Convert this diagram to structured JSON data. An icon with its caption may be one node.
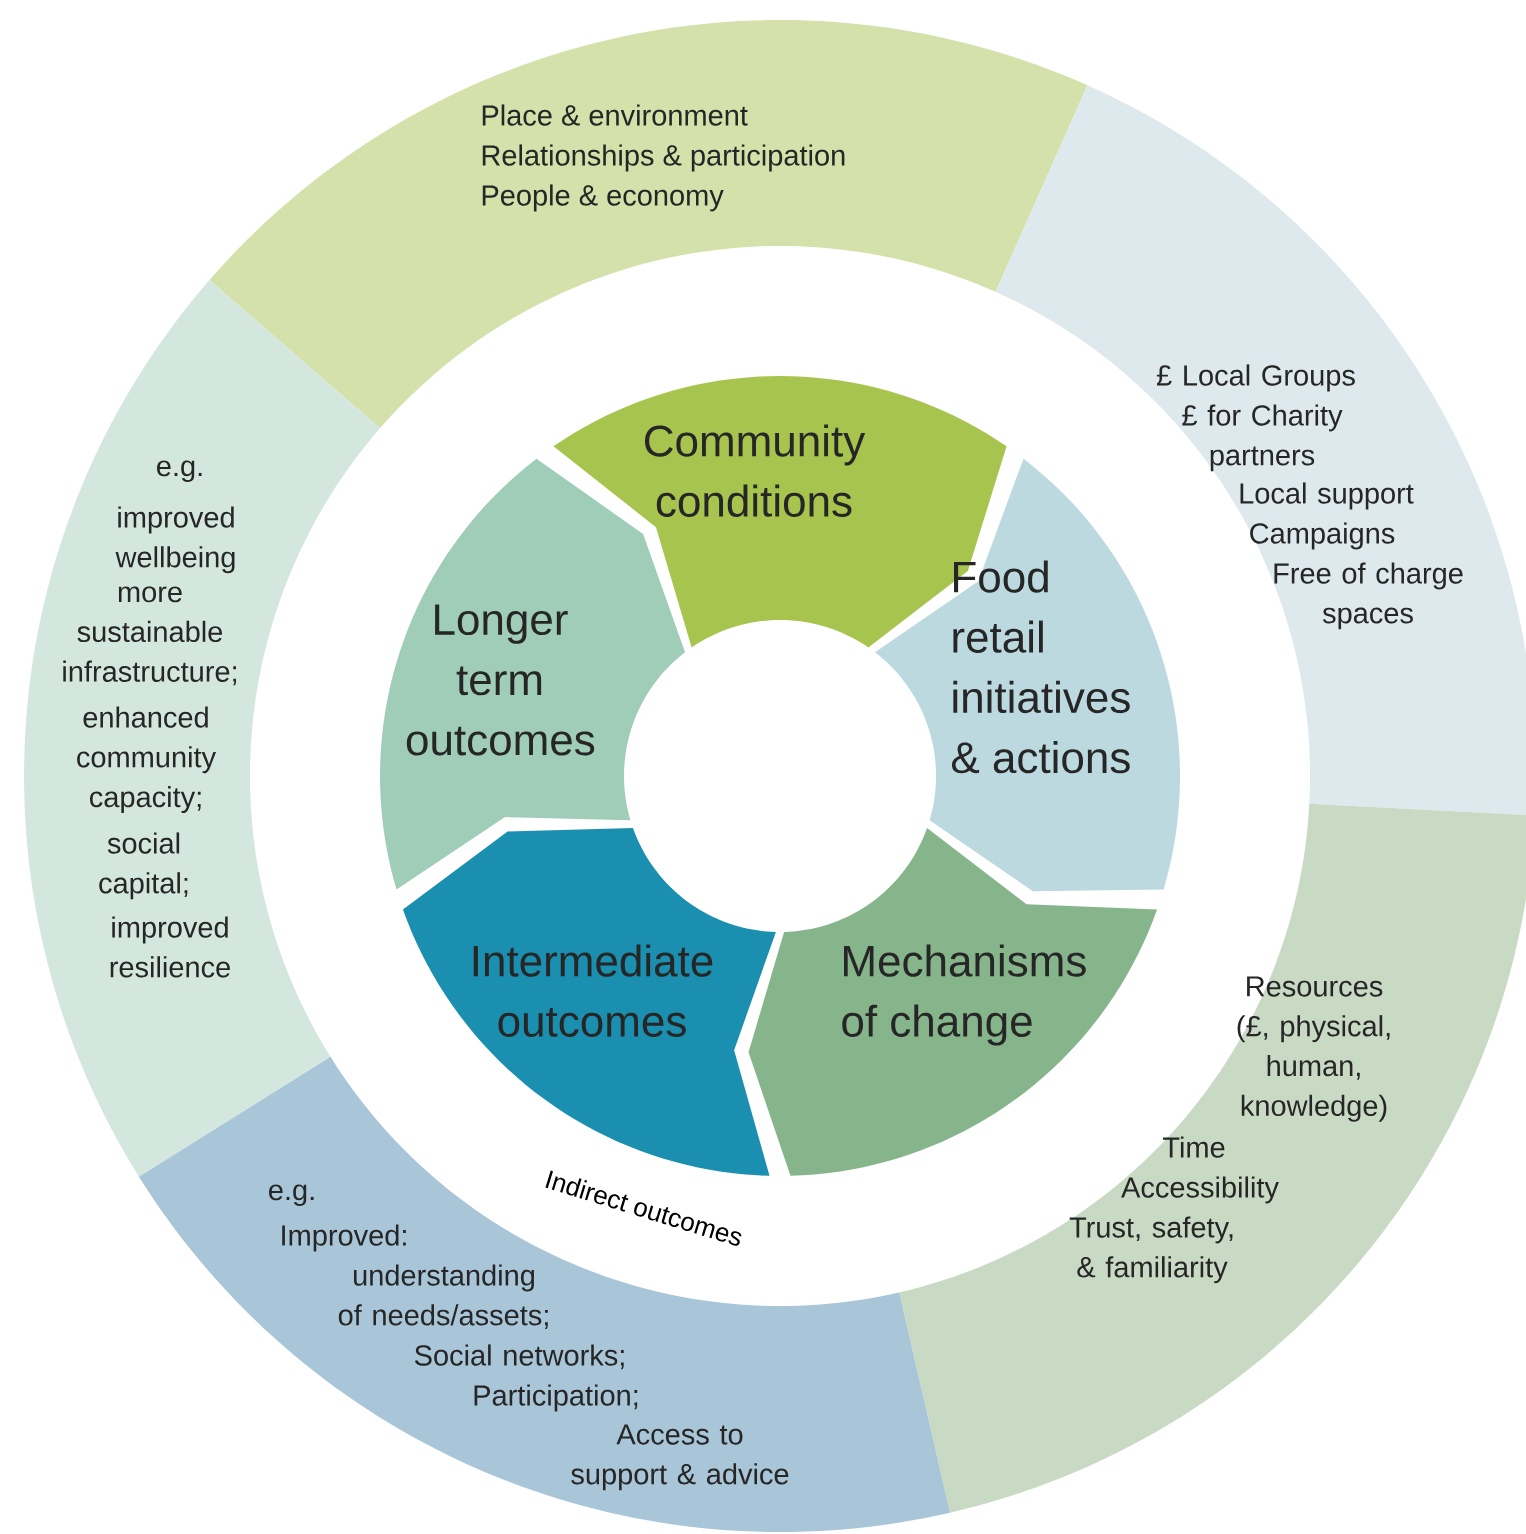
{
  "diagram": {
    "nodes": [
      {
        "text": [
          "Place & environment",
          "Relationships & participation",
          "People & economy"
        ]
      },
      {
        "text": [
          "£ Local Groups",
          "£ for Charity partners",
          "Local support",
          "Campaigns",
          "Free of charge spaces"
        ]
      },
      {
        "text": [
          "e.g.",
          "improved wellbeing",
          "more sustainable infrastructure;",
          "enhanced community capacity;",
          "social capital;",
          "improved resilience"
        ]
      },
      {
        "text": [
          "Community conditions"
        ]
      },
      {
        "text": [
          "Longer term outcomes"
        ]
      },
      {
        "text": [
          "Food retail initiatives & actions"
        ]
      },
      {
        "text": [
          "Mechanisms of change"
        ]
      },
      {
        "text": [
          "Intermediate outcomes"
        ]
      },
      {
        "text": [
          "Resources (£, physical, human, knowledge)",
          "Time",
          "Accessibility",
          "Trust, safety, & familiarity"
        ]
      },
      {
        "text": [
          "e.g.",
          "Improved:",
          "understanding of needs/assets;",
          "Social networks;",
          "Participation;",
          "Access to support & advice"
        ]
      }
    ],
    "labels": [
      "Indirect outcomes"
    ]
  }
}
